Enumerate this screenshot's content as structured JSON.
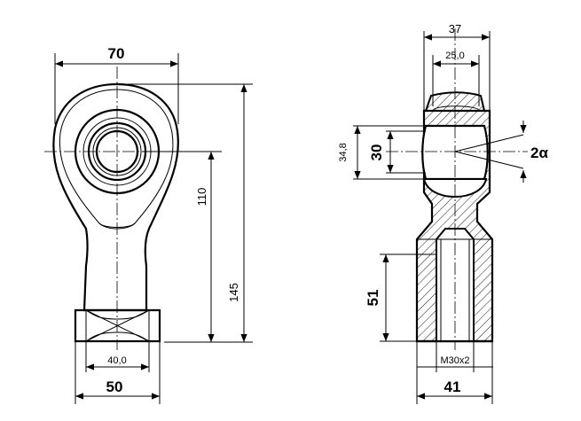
{
  "dimensions": {
    "front_width_top": "70",
    "front_height_center": "110",
    "front_height_total": "145",
    "front_shank_inner": "40,0",
    "front_shank_width": "50",
    "side_width_top": "37",
    "side_ball_width": "25,0",
    "side_bore": "30",
    "side_ball_dia": "34,8",
    "side_thread_depth": "51",
    "side_thread": "M30x2",
    "side_shank_width": "41",
    "tilt_angle": "2α"
  },
  "colors": {
    "line": "#000000",
    "background": "#ffffff"
  }
}
